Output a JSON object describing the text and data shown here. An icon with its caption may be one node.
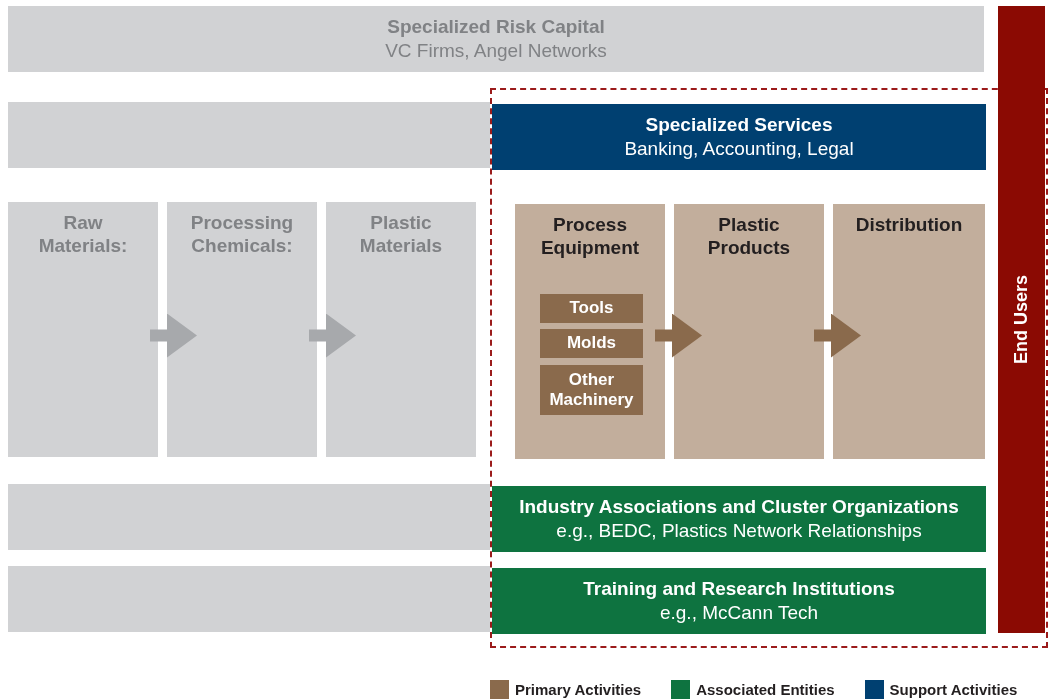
{
  "diagram": {
    "nodes": [
      {
        "text": [
          "Specialized Risk Capital",
          "VC Firms, Angel Networks"
        ]
      },
      {
        "text": [],
        "shape": "box"
      },
      {
        "text": [],
        "shape": "box"
      },
      {
        "text": [
          "Specialized Services",
          "Banking, Accounting, Legal"
        ],
        "in": 1
      },
      {
        "text": [
          "Raw Materials:"
        ]
      },
      {
        "text": [
          "Processing Chemicals:"
        ]
      },
      {
        "text": [
          "Plastic Materials"
        ]
      },
      {
        "text": [
          "Process Equipment"
        ],
        "in": 1
      },
      {
        "text": [
          "Tools"
        ],
        "in": 7
      },
      {
        "text": [
          "Molds"
        ],
        "in": 7
      },
      {
        "text": [
          "Other Machinery"
        ],
        "in": 7
      },
      {
        "text": [
          "Plastic Products"
        ],
        "in": 1
      },
      {
        "text": [
          "Distribution"
        ],
        "in": 1
      },
      {
        "text": [
          "End Users"
        ]
      },
      {
        "text": [],
        "shape": "box"
      },
      {
        "text": [
          "Industry Associations and Cluster Organizations",
          "e.g., BEDC, Plastics Network Relationships"
        ],
        "in": 1
      },
      {
        "text": [],
        "shape": "box"
      },
      {
        "text": [
          "Training and Research Institutions",
          "e.g., McCann Tech"
        ],
        "in": 1
      }
    ],
    "edges": [
      {
        "from": 4,
        "to": 5,
        "arrow": "to",
        "color": "#a7a9ac"
      },
      {
        "from": 5,
        "to": 6,
        "arrow": "to",
        "color": "#a7a9ac"
      },
      {
        "from": 7,
        "to": 11,
        "arrow": "to",
        "color": "#8a6a4c"
      },
      {
        "from": 11,
        "to": 12,
        "arrow": "to",
        "color": "#8a6a4c"
      }
    ],
    "legend": [
      {
        "text": "Primary Activities",
        "color": "#8a6a4c"
      },
      {
        "text": "Associated Entities",
        "color": "#0e7340"
      },
      {
        "text": "Support Activities",
        "color": "#004071"
      }
    ]
  }
}
